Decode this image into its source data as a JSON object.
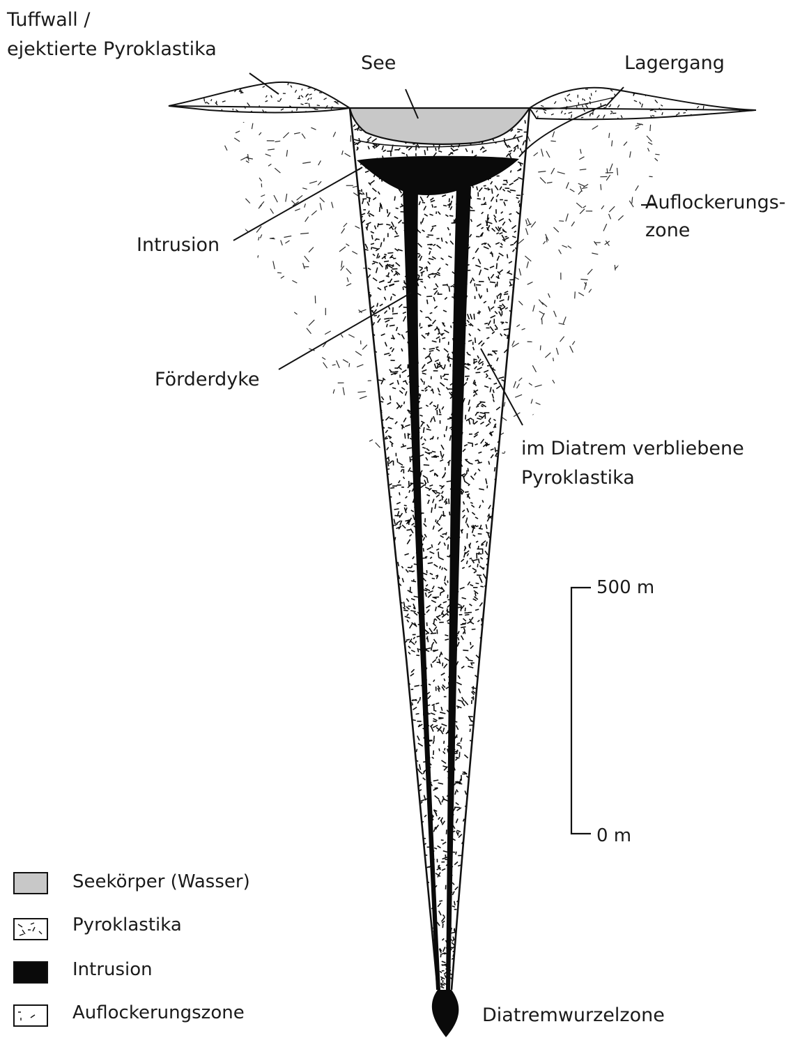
{
  "labels": {
    "tuffwall": "Tuffwall /",
    "tuffwall_line2": "ejektierte Pyroklastika",
    "see": "See",
    "lagergang": "Lagergang",
    "auflockerungszone": "Auflockerungs-",
    "auflockerungszone_line2": "zone",
    "intrusion": "Intrusion",
    "foerderdyke": "Förderdyke",
    "verbliebene": "im Diatrem verbliebene",
    "verbliebene_line2": "Pyroklastika",
    "wurzelzone": "Diatremwurzelzone"
  },
  "scale_bar": {
    "top_label": "500 m",
    "bottom_label": "0 m"
  },
  "legend": [
    {
      "key": "water",
      "label": "Seekörper (Wasser)"
    },
    {
      "key": "pyro",
      "label": "Pyroklastika"
    },
    {
      "key": "intrusion",
      "label": "Intrusion"
    },
    {
      "key": "zone",
      "label": "Auflockerungszone"
    }
  ],
  "colors": {
    "water": "#c8c8c8",
    "ink": "#0a0a0a",
    "background": "#ffffff"
  }
}
